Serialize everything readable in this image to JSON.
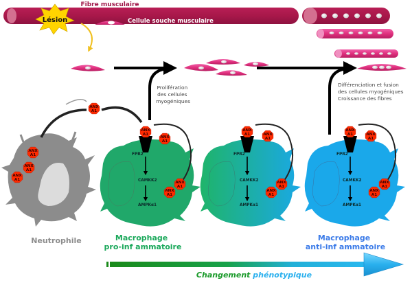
{
  "labels": {
    "muscle_fiber": "Fibre musculaire",
    "injury": "Lésion",
    "stem_cell": "Cellule souche musculaire",
    "proliferation": [
      "Prolifération",
      "des cellules",
      "myogéniques"
    ],
    "differentiation": [
      "Différenciation et fusion",
      "des cellules myogéniques",
      "Croissance des fibres"
    ]
  },
  "cells": {
    "neutrophil": {
      "title": "Neutrophile",
      "color": "#8c8c8c"
    },
    "pro_inflammatory": {
      "title_lines": [
        "Macrophage",
        "pro-inf ammatoire"
      ],
      "color": "#20a86a"
    },
    "transition": {
      "color": "#16a7a8"
    },
    "anti_inflammatory": {
      "title_lines": [
        "Macrophage",
        "anti-inf ammatoire"
      ],
      "color": "#1aa8ea"
    }
  },
  "molecules": {
    "annexin": [
      "ANX",
      "A1"
    ],
    "receptor": "FPR2",
    "kinase": "CAMKK2",
    "target": "AMPKα1"
  },
  "axis": {
    "word1": "Changement",
    "word2": "phénotypique",
    "color_start": "#1a9a2a",
    "color_end": "#2ab0ee"
  },
  "colors": {
    "fiber": "#a8184a",
    "myocyte": "#e0307e",
    "annexin": "#ff2a00"
  }
}
